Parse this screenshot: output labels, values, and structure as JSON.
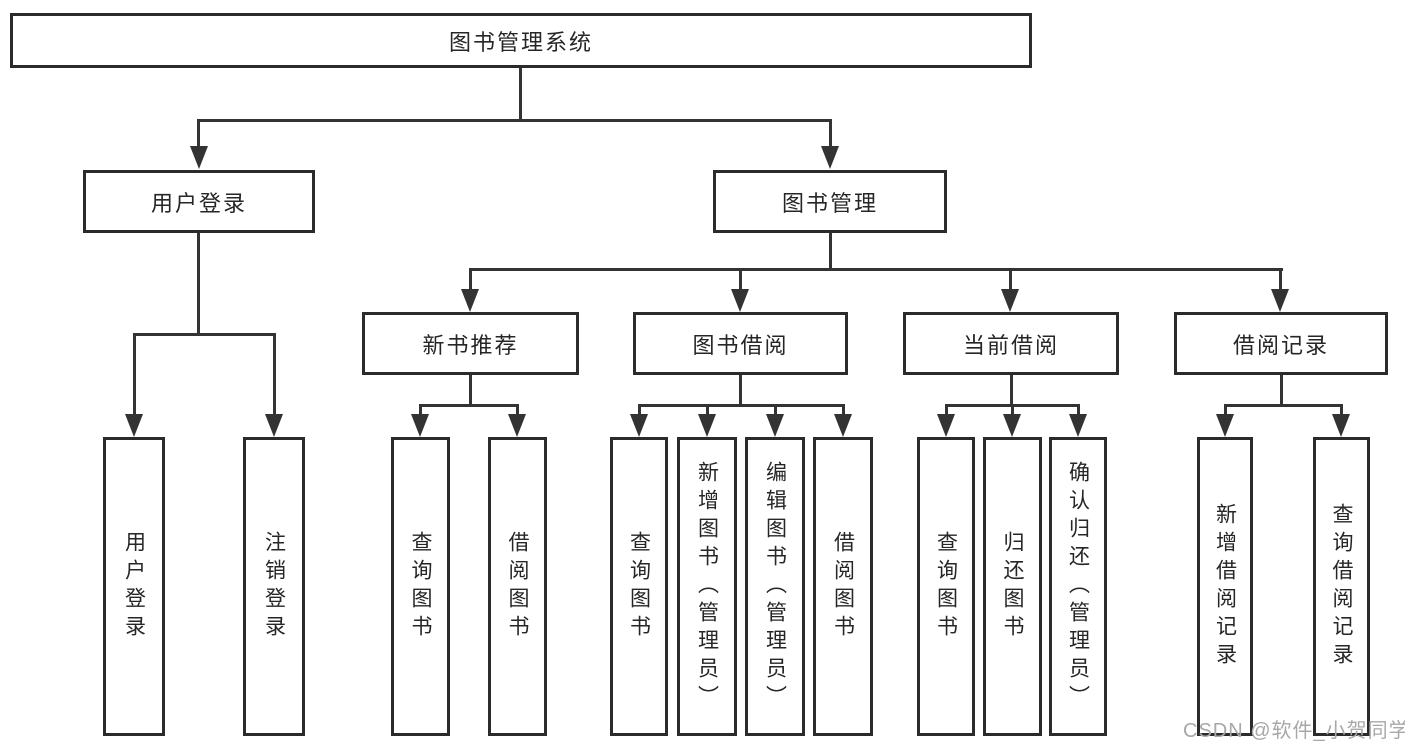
{
  "tree": {
    "root": {
      "label": "图书管理系统"
    },
    "branches": [
      {
        "label": "用户登录",
        "leaves": [
          "用户登录",
          "注销登录"
        ]
      },
      {
        "label": "图书管理",
        "groups": [
          {
            "label": "新书推荐",
            "leaves": [
              "查询图书",
              "借阅图书"
            ]
          },
          {
            "label": "图书借阅",
            "leaves": [
              "查询图书",
              "新增图书（管理员）",
              "编辑图书（管理员）",
              "借阅图书"
            ]
          },
          {
            "label": "当前借阅",
            "leaves": [
              "查询图书",
              "归还图书",
              "确认归还（管理员）"
            ]
          },
          {
            "label": "借阅记录",
            "leaves": [
              "新增借阅记录",
              "查询借阅记录"
            ]
          }
        ]
      }
    ]
  },
  "watermark": {
    "text": "CSDN @软件_小贺同学"
  },
  "icons": {
    "connector_arrow": "filled-triangle-down"
  },
  "colors": {
    "line": "#333333",
    "border": "#2b2b2b",
    "text": "#262626",
    "watermark": "#a8a8a8",
    "background": "#ffffff"
  }
}
